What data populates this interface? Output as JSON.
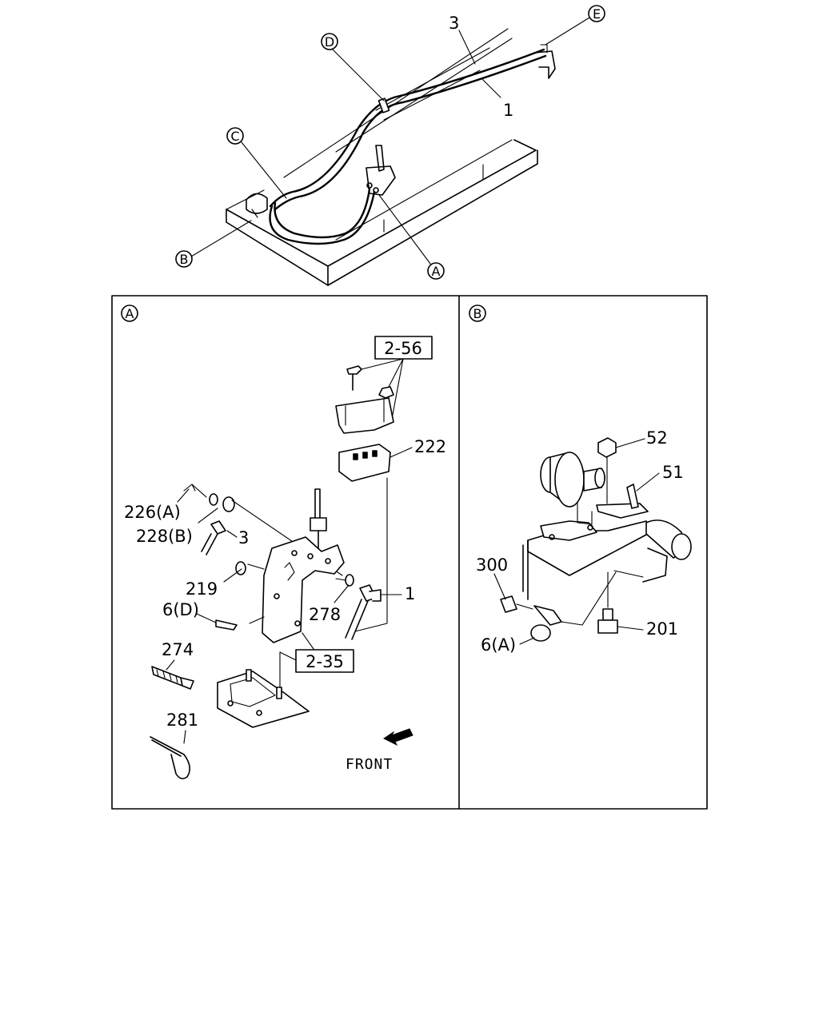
{
  "overview": {
    "callouts": [
      "A",
      "B",
      "C",
      "D",
      "E"
    ],
    "part_numbers": [
      "3",
      "1"
    ]
  },
  "panel_a": {
    "letter": "A",
    "refs": [
      "2-56",
      "2-35"
    ],
    "labels": [
      "222",
      "226(A)",
      "228(B)",
      "3",
      "219",
      "1",
      "278",
      "6(D)",
      "274",
      "281"
    ],
    "direction": "FRONT"
  },
  "panel_b": {
    "letter": "B",
    "labels": [
      "52",
      "51",
      "300",
      "201",
      "6(A)"
    ]
  }
}
